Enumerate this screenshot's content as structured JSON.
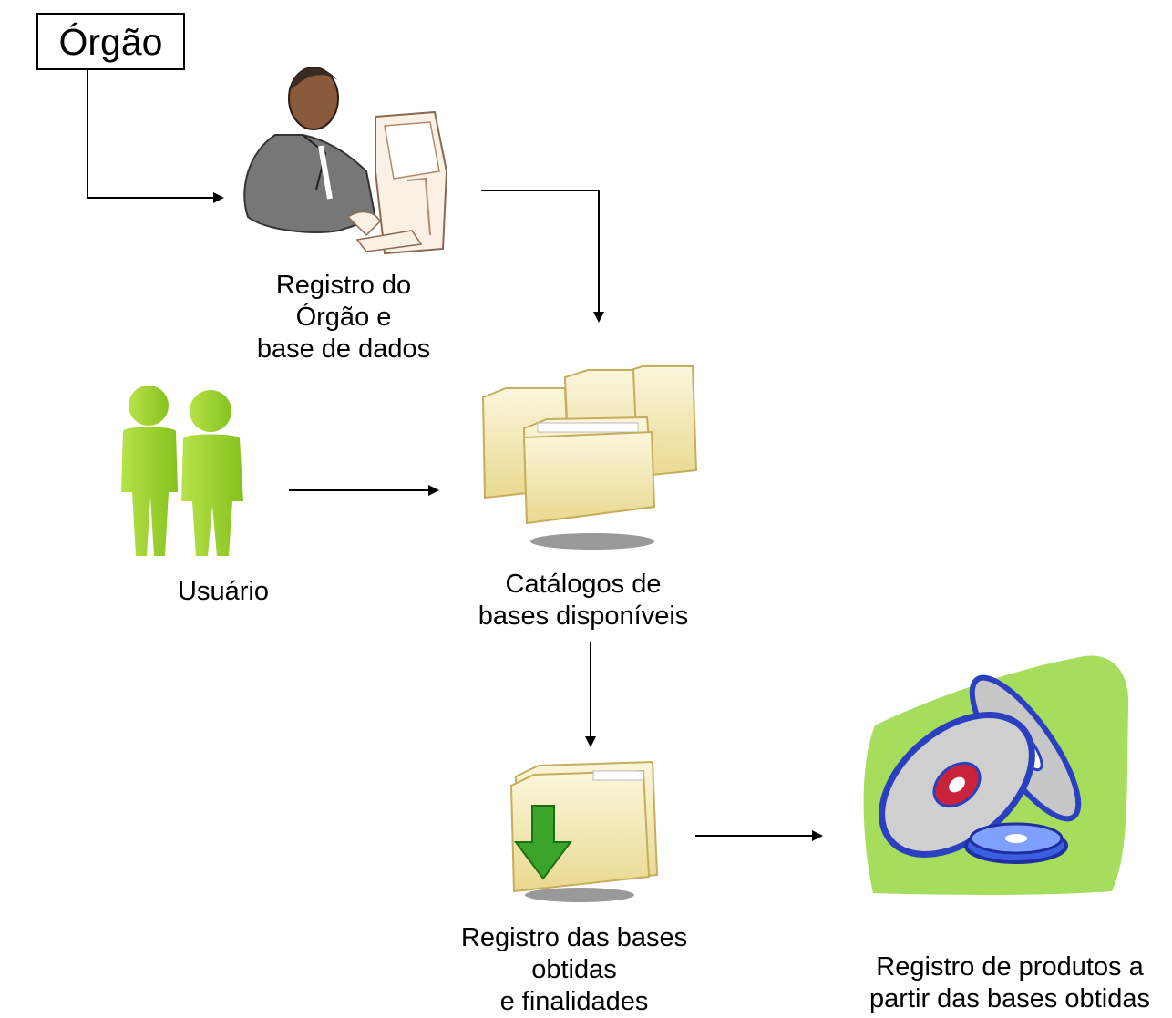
{
  "orgao_box": {
    "label": "Órgão"
  },
  "nodes": {
    "registro_orgao": {
      "lines": [
        "Registro do",
        "Órgão e",
        "base de dados"
      ],
      "icon": "person-at-computer-icon"
    },
    "usuario": {
      "lines": [
        "Usuário"
      ],
      "icon": "users-icon"
    },
    "catalogos": {
      "lines": [
        "Catálogos de",
        "bases disponíveis"
      ],
      "icon": "folders-icon"
    },
    "registro_bases": {
      "lines": [
        "Registro das bases",
        "obtidas",
        "e finalidades"
      ],
      "icon": "folder-download-icon"
    },
    "registro_produtos": {
      "lines": [
        "Registro de produtos a",
        "partir das bases obtidas"
      ],
      "icon": "discs-icon"
    }
  },
  "colors": {
    "arrow": "#000000",
    "green_people": "#9fd332",
    "green_blob": "#a6dd5c",
    "folder": "#f2e6a8",
    "disc": "#3a5fe0",
    "download_arrow": "#3aa52a"
  }
}
